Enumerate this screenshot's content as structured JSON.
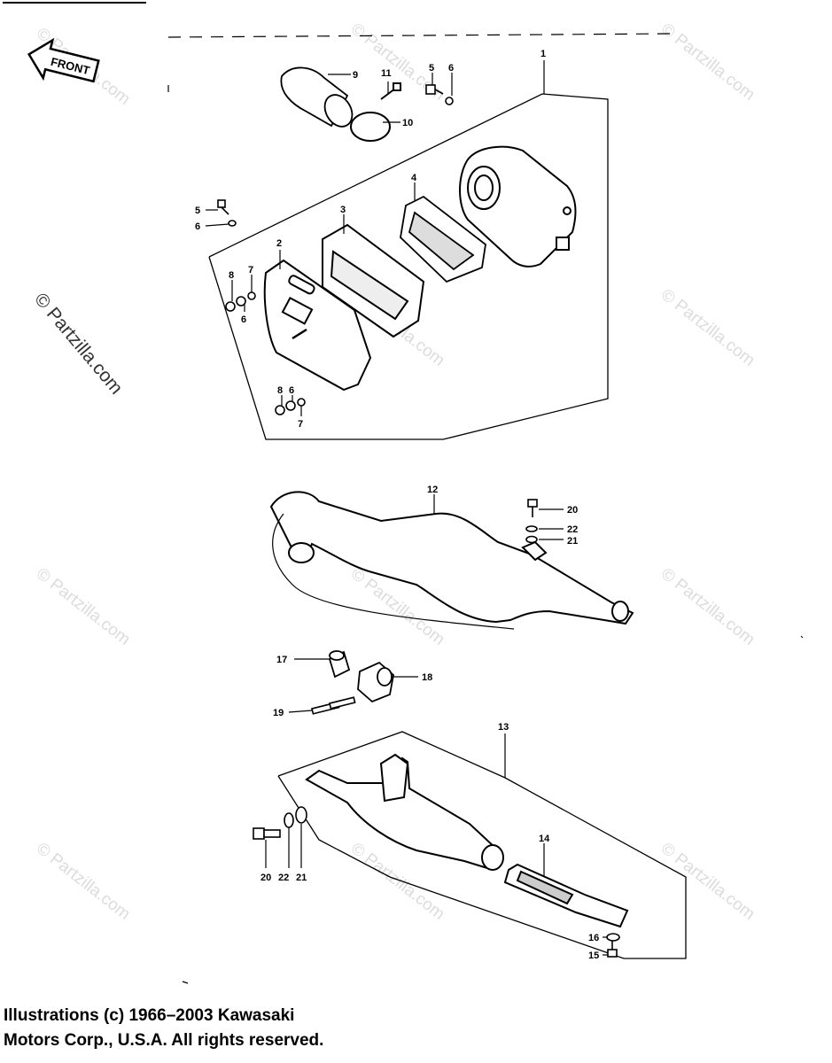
{
  "diagram": {
    "front_arrow_label": "FRONT",
    "callouts": [
      {
        "id": "c1",
        "text": "1"
      },
      {
        "id": "c2",
        "text": "2"
      },
      {
        "id": "c3",
        "text": "3"
      },
      {
        "id": "c4",
        "text": "4"
      },
      {
        "id": "c5a",
        "text": "5"
      },
      {
        "id": "c6a",
        "text": "6"
      },
      {
        "id": "c5b",
        "text": "5"
      },
      {
        "id": "c6b",
        "text": "6"
      },
      {
        "id": "c7a",
        "text": "7"
      },
      {
        "id": "c8a",
        "text": "8"
      },
      {
        "id": "c6c",
        "text": "6"
      },
      {
        "id": "c8b",
        "text": "8"
      },
      {
        "id": "c6d",
        "text": "6"
      },
      {
        "id": "c7b",
        "text": "7"
      },
      {
        "id": "c9",
        "text": "9"
      },
      {
        "id": "c10",
        "text": "10"
      },
      {
        "id": "c11",
        "text": "11"
      },
      {
        "id": "c12",
        "text": "12"
      },
      {
        "id": "c20a",
        "text": "20"
      },
      {
        "id": "c22a",
        "text": "22"
      },
      {
        "id": "c21a",
        "text": "21"
      },
      {
        "id": "c17",
        "text": "17"
      },
      {
        "id": "c18",
        "text": "18"
      },
      {
        "id": "c19",
        "text": "19"
      },
      {
        "id": "c13",
        "text": "13"
      },
      {
        "id": "c14",
        "text": "14"
      },
      {
        "id": "c20b",
        "text": "20"
      },
      {
        "id": "c22b",
        "text": "22"
      },
      {
        "id": "c21b",
        "text": "21"
      },
      {
        "id": "c16",
        "text": "16"
      },
      {
        "id": "c15",
        "text": "15"
      }
    ]
  },
  "watermark": {
    "left_text": "© Partzilla.com",
    "tile_text": "© Partzilla.com"
  },
  "footer": {
    "line1": "Illustrations (c) 1966–2003 Kawasaki",
    "line2": "Motors Corp., U.S.A.  All rights reserved."
  }
}
